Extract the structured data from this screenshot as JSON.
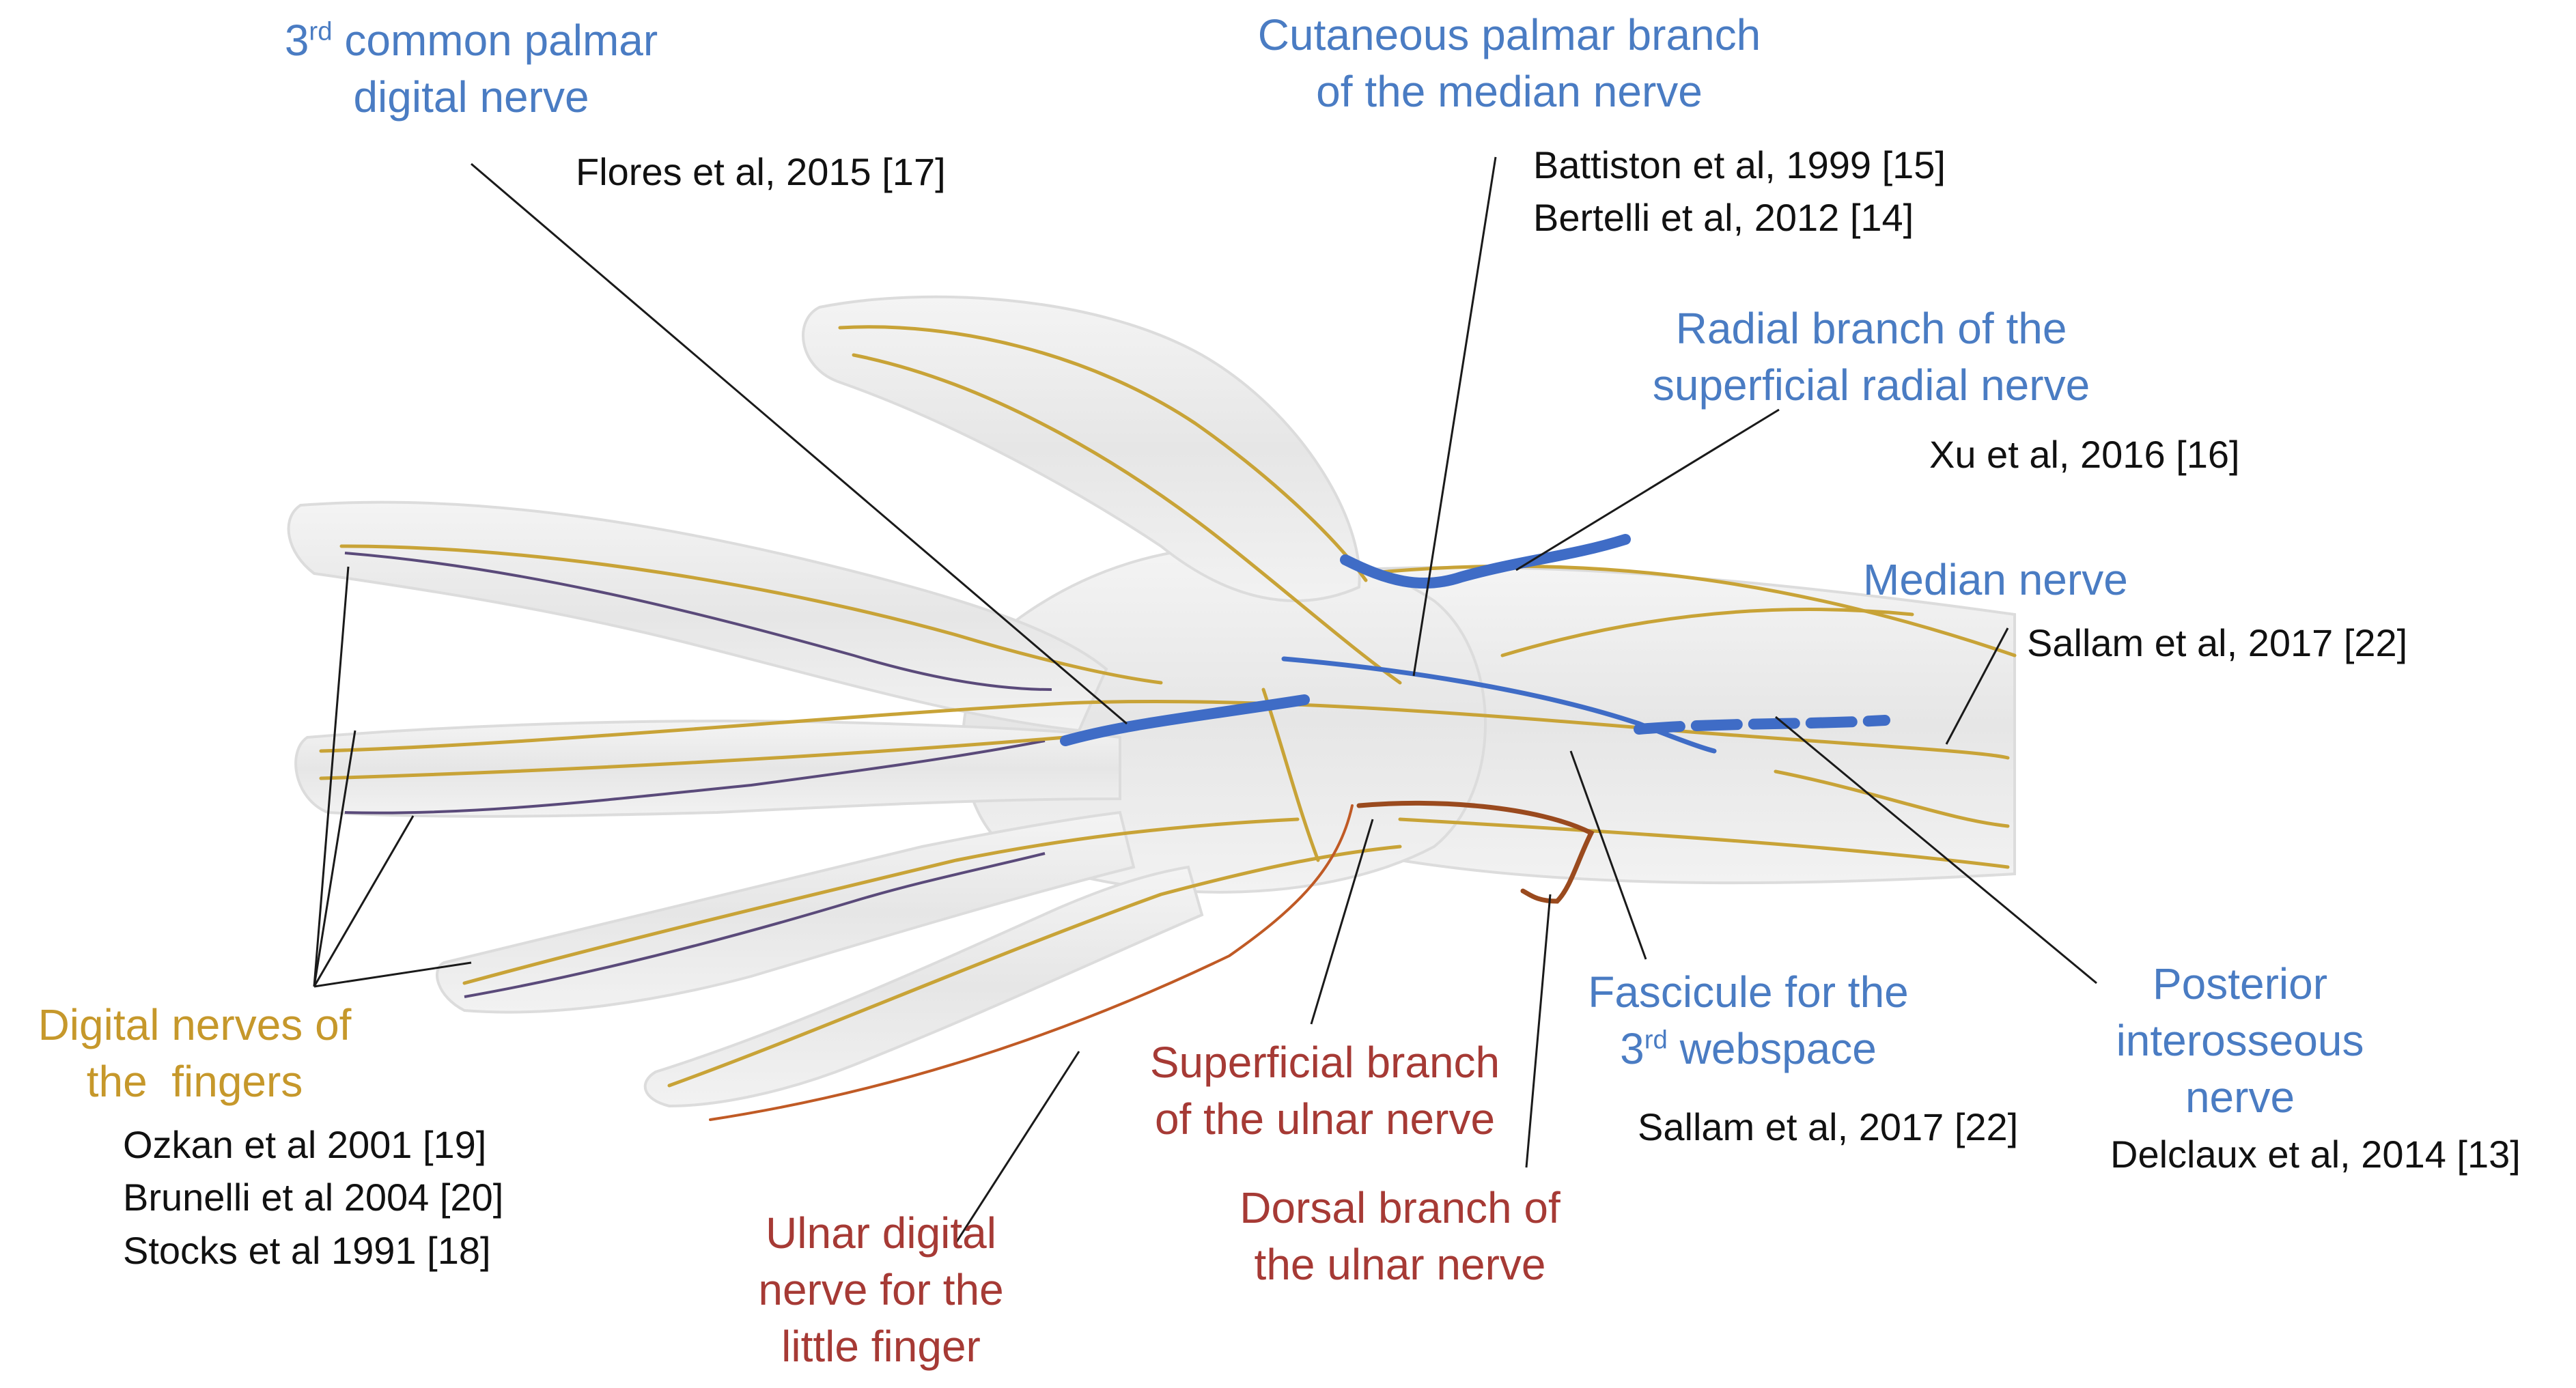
{
  "colors": {
    "median_group": "#4a7cc3",
    "digital_group": "#c6982b",
    "ulnar_group": "#a63a35",
    "nerve_highlight": "#3f6cc6",
    "nerve_fiber": "#c8a337",
    "ulnar_fiber": "#c05a25",
    "hand_silhouette": "#e9e9e9",
    "leader_line": "#1a1a1a"
  },
  "structures": [
    {
      "id": "third_common_palmar",
      "name_pre": "3",
      "name_sup": "rd",
      "name_post": " common palmar",
      "name_line2": "digital nerve",
      "group": "median",
      "refs": [
        "Flores et al, 2015 [17]"
      ]
    },
    {
      "id": "cutaneous_palmar",
      "name_line1": "Cutaneous palmar branch",
      "name_line2": "of the median nerve",
      "group": "median",
      "refs": [
        "Battiston et al, 1999 [15]",
        "Bertelli et al, 2012 [14]"
      ]
    },
    {
      "id": "radial_branch",
      "name_line1": "Radial branch of the",
      "name_line2": "superficial radial nerve",
      "group": "median",
      "refs": [
        "Xu et al, 2016 [16]"
      ]
    },
    {
      "id": "median_nerve",
      "name_line1": "Median nerve",
      "group": "median",
      "refs": [
        "Sallam et al, 2017 [22]"
      ]
    },
    {
      "id": "digital_nerves",
      "name_line1": "Digital nerves of",
      "name_line2": "the  fingers",
      "group": "digital",
      "refs": [
        "Ozkan et al 2001 [19]",
        "Brunelli et al 2004 [20]",
        "Stocks et al 1991 [18]"
      ]
    },
    {
      "id": "superficial_ulnar",
      "name_line1": "Superficial branch",
      "name_line2": "of the ulnar nerve",
      "group": "ulnar",
      "refs": []
    },
    {
      "id": "ulnar_digital",
      "name_line1": "Ulnar digital",
      "name_line2": "nerve for the",
      "name_line3": "little finger",
      "group": "ulnar",
      "refs": []
    },
    {
      "id": "dorsal_ulnar",
      "name_line1": "Dorsal branch of",
      "name_line2": "the ulnar nerve",
      "group": "ulnar",
      "refs": []
    },
    {
      "id": "fascicule_webspace",
      "name_line1": "Fascicule for the",
      "name_pre": "3",
      "name_sup": "rd",
      "name_post": " webspace",
      "group": "median",
      "refs": [
        "Sallam et al, 2017 [22]"
      ]
    },
    {
      "id": "posterior_interosseous",
      "name_line1": "Posterior",
      "name_line2": "interosseous",
      "name_line3": "nerve",
      "group": "median",
      "refs": [
        "Delclaux et al, 2014 [13]"
      ]
    }
  ]
}
